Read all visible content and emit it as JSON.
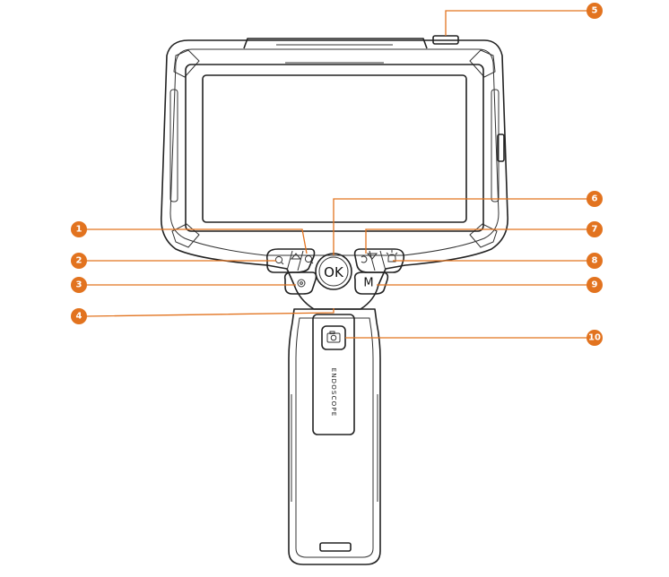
{
  "device": {
    "ok_label": "OK",
    "mode_label": "M",
    "brand_text": "ENDOSCOPE"
  },
  "icons": {
    "zoom_out": "zoom-out-icon",
    "up": "triangle-up-icon",
    "zoom_in": "zoom-in-icon",
    "rotate": "rotate-icon",
    "down": "triangle-down-icon",
    "light": "light-bulb-icon",
    "settings": "gear-icon",
    "camera": "camera-icon"
  },
  "callouts": [
    "1",
    "2",
    "3",
    "4",
    "5",
    "6",
    "7",
    "8",
    "9",
    "10"
  ],
  "colors": {
    "accent": "#e2731f",
    "outline": "#222222"
  }
}
